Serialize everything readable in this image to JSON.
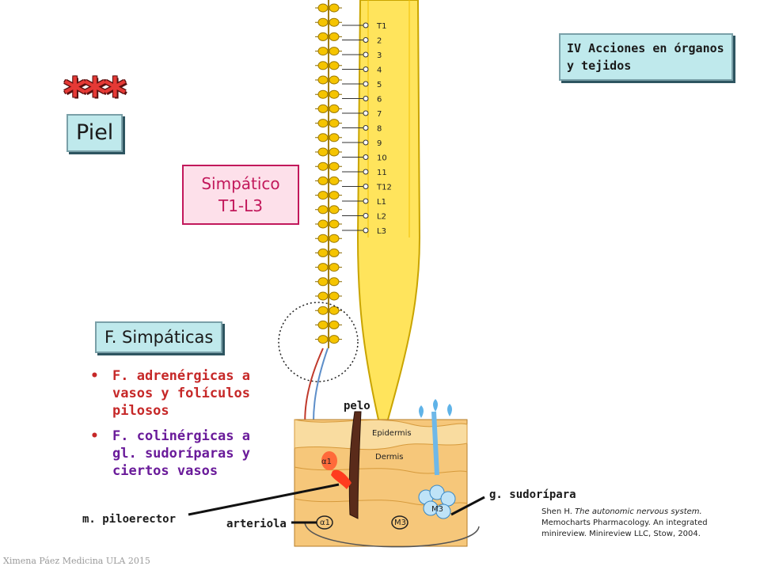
{
  "header": {
    "stars": "***",
    "title_box": "Piel",
    "section_box": "IV Acciones en órganos y tejidos"
  },
  "sympathetic_box": {
    "line1": "Simpático",
    "line2": "T1-L3"
  },
  "fibers_box": "F. Simpáticas",
  "bullets": [
    "F. adrenérgicas a vasos y folículos pilosos",
    "F. colinérgicas a gl. sudoríparas y ciertos vasos"
  ],
  "vertebrae": [
    "T1",
    "2",
    "3",
    "4",
    "5",
    "6",
    "7",
    "8",
    "9",
    "10",
    "11",
    "T12",
    "L1",
    "L2",
    "L3"
  ],
  "diagram_labels": {
    "epidermis": "Epidermis",
    "dermis": "Dermis",
    "receptor_alpha1_top": "α1",
    "receptor_alpha1_bottom": "α1",
    "receptor_m3_mid": "M3",
    "receptor_m3_right": "M3"
  },
  "callouts": {
    "pelo": "pelo",
    "sweat_gland": "g. sudorípara",
    "piloerector": "m. piloerector",
    "arteriola": "arteriola"
  },
  "citation": {
    "part1": "Shen H. ",
    "italic": "The autonomic nervous system.",
    "part2": " Memocharts Pharmacology. An integrated minireview. Minireview LLC, Stow, 2004."
  },
  "footer": "Ximena Páez Medicina ULA 2015",
  "colors": {
    "spine_fill": "#ffe45c",
    "spine_stroke": "#c9a400",
    "ganglia": "#f5c400",
    "accent_red": "#c62828",
    "pink_box": "#c2185b"
  }
}
